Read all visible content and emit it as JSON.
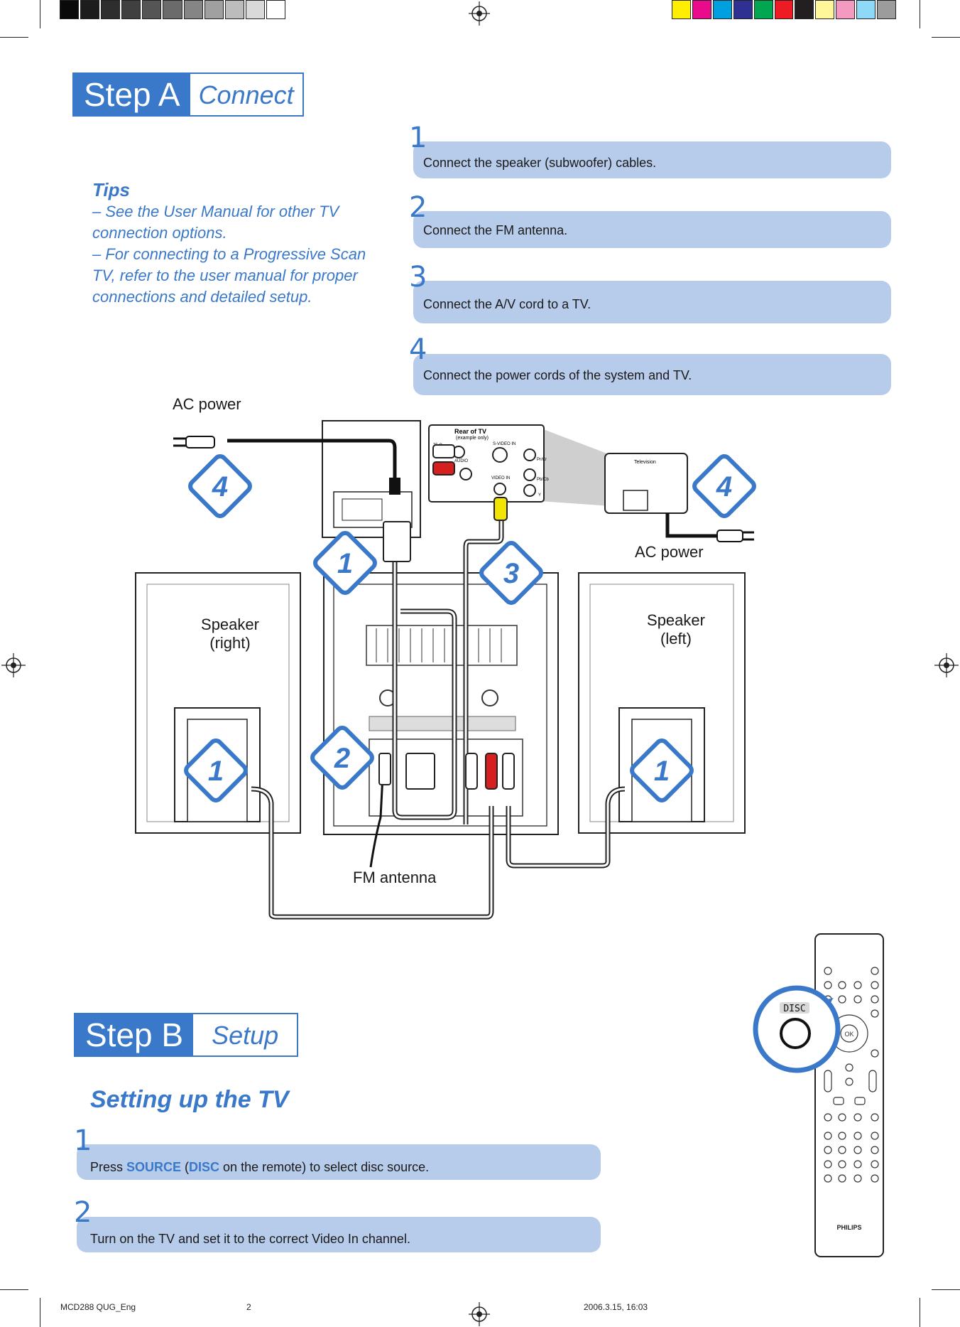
{
  "colors": {
    "accent": "#3a78c9",
    "bar": "#b7cbea",
    "grays": [
      "#0a0a0a",
      "#1c1c1c",
      "#2e2e2e",
      "#404040",
      "#555555",
      "#6b6b6b",
      "#858585",
      "#a0a0a0",
      "#bcbcbc",
      "#d9d9d9",
      "#ffffff"
    ],
    "process": [
      "#ffee00",
      "#ea0a8c",
      "#00a0e0",
      "#2e3192",
      "#00a650",
      "#ed1c24",
      "#231f20",
      "#fff799",
      "#f49ac1",
      "#8ed8f8",
      "#9c9c9c"
    ]
  },
  "stepA": {
    "title": "Step A",
    "subtitle": "Connect",
    "steps": [
      {
        "num": "1",
        "text": "Connect the speaker (subwoofer) cables."
      },
      {
        "num": "2",
        "text": "Connect the FM antenna."
      },
      {
        "num": "3",
        "text": "Connect the A/V cord to a TV."
      },
      {
        "num": "4",
        "text": "Connect the power cords of the system and TV."
      }
    ]
  },
  "tips": {
    "title": "Tips",
    "lines": [
      "–   See the User Manual for other TV",
      "connection options.",
      "–   For connecting to a Progressive Scan",
      "TV, refer to the user manual for proper",
      "connections and detailed setup."
    ]
  },
  "diagram": {
    "ac_power_left": "AC power",
    "ac_power_right": "AC power",
    "speaker_right": [
      "Speaker",
      "(right)"
    ],
    "speaker_left": [
      "Speaker",
      "(left)"
    ],
    "fm_antenna": "FM antenna",
    "rear_of_tv": "Rear of TV",
    "rear_of_tv_sub": "(example only)",
    "television": "Television",
    "svideo": "S-VIDEO IN",
    "video_in": "VIDEO IN",
    "audio": "AUDIO",
    "pr_cr": "Pr/Cr",
    "pb_cb": "Pb/Cb",
    "y": "Y",
    "ohm": "75 Ω",
    "markers": {
      "ac_left": "4",
      "ac_right": "4",
      "sub": "1",
      "av": "3",
      "spk_right": "1",
      "fm": "2",
      "spk_left": "1"
    },
    "remote": {
      "brand": "PHILIPS",
      "disc_label": "DISC",
      "ok": "OK"
    }
  },
  "stepB": {
    "title": "Step B",
    "subtitle": "Setup",
    "section": "Setting up the TV",
    "step1": {
      "num": "1",
      "pre": "Press ",
      "source": "SOURCE",
      "mid1": " (",
      "disc": "DISC",
      "post": " on the remote) to select disc source."
    },
    "step2": {
      "num": "2",
      "text": "Turn on the TV and set it to the correct Video In channel."
    }
  },
  "footer": {
    "file": "MCD288 QUG_Eng",
    "page": "2",
    "date": "2006.3.15, 16:03"
  }
}
